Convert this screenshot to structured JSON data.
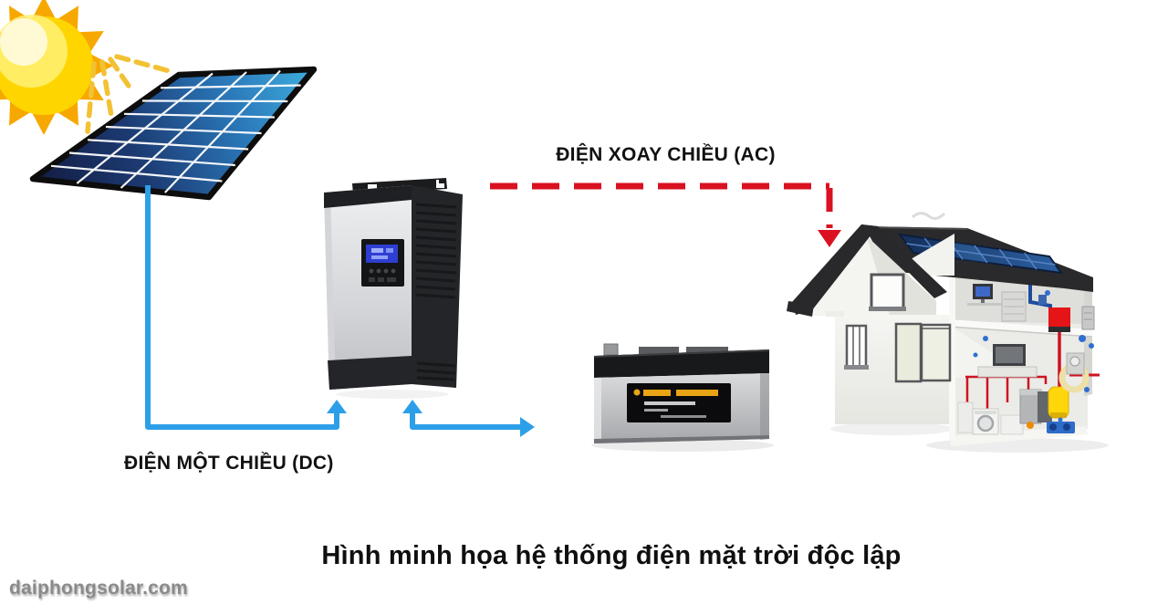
{
  "diagram": {
    "type": "solar-system-illustration",
    "labels": {
      "ac": "ĐIỆN XOAY CHIỀU (AC)",
      "dc": "ĐIỆN MỘT CHIỀU (DC)"
    },
    "caption": "Hình minh họa hệ thống điện mặt trời độc lập",
    "watermark": "daiphongsolar.com",
    "components": [
      {
        "icon": "sun-icon"
      },
      {
        "icon": "solar-panel-icon"
      },
      {
        "icon": "inverter-icon"
      },
      {
        "icon": "battery-icon"
      },
      {
        "icon": "house-icon"
      }
    ],
    "colors": {
      "ac_line_red": "#da1120",
      "dc_line_blue": "#2d9fe8",
      "sun_yellow": "#ffd500",
      "sun_orange": "#f7a800",
      "panel_blue_dark": "#131c42",
      "panel_blue_light": "#3faede",
      "text_black": "#111111",
      "watermark_gray": "#8a8a8a",
      "background": "#ffffff"
    }
  }
}
